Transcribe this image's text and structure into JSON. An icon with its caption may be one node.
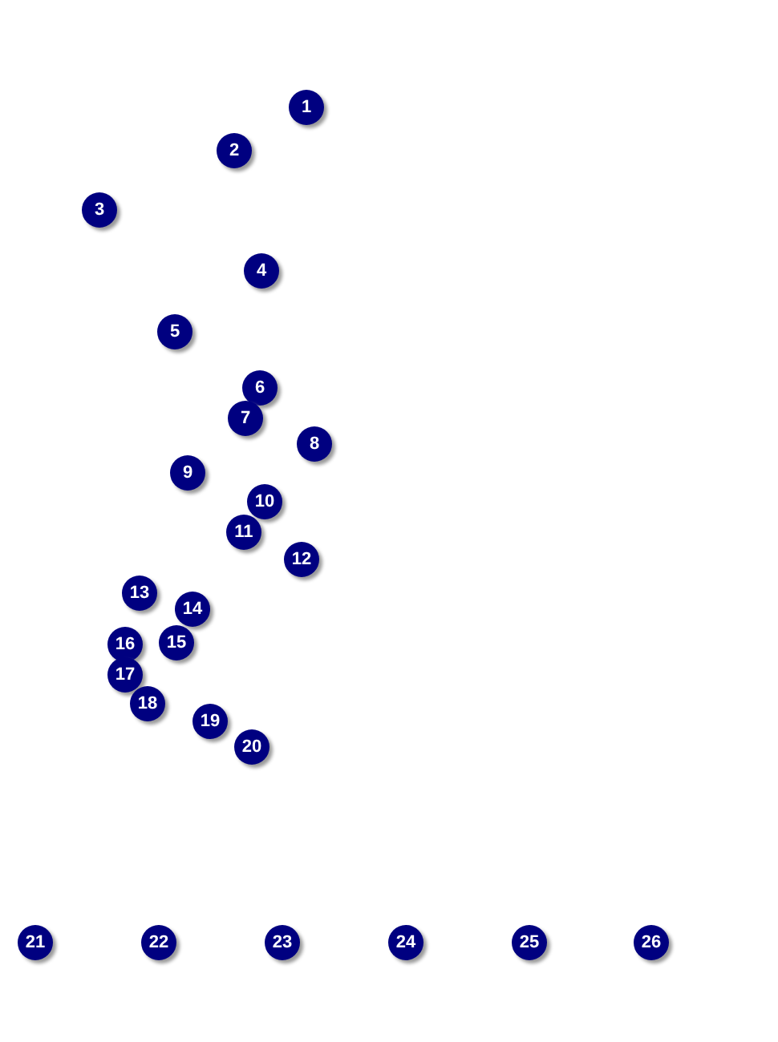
{
  "diagram": {
    "nodes": [
      {
        "text": [
          "1"
        ]
      },
      {
        "text": [
          "2"
        ]
      },
      {
        "text": [
          "3"
        ]
      },
      {
        "text": [
          "4"
        ]
      },
      {
        "text": [
          "5"
        ]
      },
      {
        "text": [
          "6"
        ]
      },
      {
        "text": [
          "7"
        ]
      },
      {
        "text": [
          "8"
        ]
      },
      {
        "text": [
          "9"
        ]
      },
      {
        "text": [
          "10"
        ]
      },
      {
        "text": [
          "11"
        ]
      },
      {
        "text": [
          "12"
        ]
      },
      {
        "text": [
          "13"
        ]
      },
      {
        "text": [
          "14"
        ]
      },
      {
        "text": [
          "15"
        ]
      },
      {
        "text": [
          "16"
        ]
      },
      {
        "text": [
          "17"
        ]
      },
      {
        "text": [
          "18"
        ]
      },
      {
        "text": [
          "19"
        ]
      },
      {
        "text": [
          "20"
        ]
      },
      {
        "text": [
          "21"
        ]
      },
      {
        "text": [
          "22"
        ]
      },
      {
        "text": [
          "23"
        ]
      },
      {
        "text": [
          "24"
        ]
      },
      {
        "text": [
          "25"
        ]
      },
      {
        "text": [
          "26"
        ]
      }
    ],
    "edges": []
  }
}
